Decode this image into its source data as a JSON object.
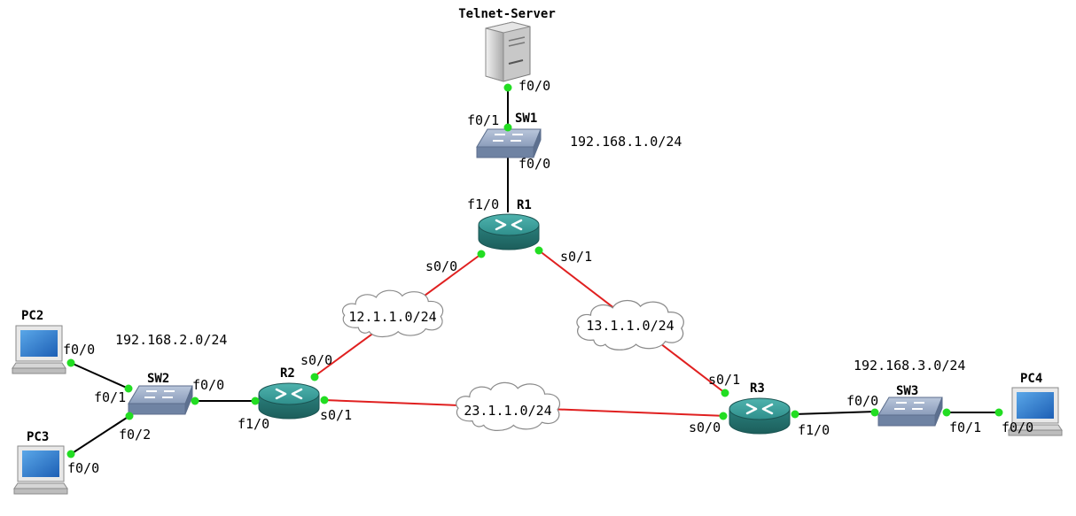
{
  "colors": {
    "ethernet_link": "#000000",
    "serial_link": "#e02020",
    "port_up": "#22dd22",
    "router_body": "#2f8f8c",
    "switch_body": "#7f93b2"
  },
  "devices": {
    "server": {
      "name": "Telnet-Server",
      "icon": "server-icon"
    },
    "sw1": {
      "name": "SW1",
      "icon": "switch-icon"
    },
    "r1": {
      "name": "R1",
      "icon": "router-icon"
    },
    "r2": {
      "name": "R2",
      "icon": "router-icon"
    },
    "r3": {
      "name": "R3",
      "icon": "router-icon"
    },
    "sw2": {
      "name": "SW2",
      "icon": "switch-icon"
    },
    "sw3": {
      "name": "SW3",
      "icon": "switch-icon"
    },
    "pc2": {
      "name": "PC2",
      "icon": "pc-icon"
    },
    "pc3": {
      "name": "PC3",
      "icon": "pc-icon"
    },
    "pc4": {
      "name": "PC4",
      "icon": "pc-icon"
    }
  },
  "networks": {
    "lan1": "192.168.1.0/24",
    "lan2": "192.168.2.0/24",
    "lan3": "192.168.3.0/24",
    "wan12": "12.1.1.0/24",
    "wan13": "13.1.1.0/24",
    "wan23": "23.1.1.0/24"
  },
  "ports": {
    "server_f00": "f0/0",
    "sw1_f01": "f0/1",
    "sw1_f00": "f0/0",
    "r1_f10": "f1/0",
    "r1_s00": "s0/0",
    "r1_s01": "s0/1",
    "r2_s00": "s0/0",
    "r2_s01": "s0/1",
    "r2_f10": "f1/0",
    "sw2_f00": "f0/0",
    "sw2_f01": "f0/1",
    "sw2_f02": "f0/2",
    "pc2_f00": "f0/0",
    "pc3_f00": "f0/0",
    "r3_s01": "s0/1",
    "r3_s00": "s0/0",
    "r3_f10": "f1/0",
    "sw3_f00": "f0/0",
    "sw3_f01": "f0/1",
    "pc4_f00": "f0/0"
  }
}
